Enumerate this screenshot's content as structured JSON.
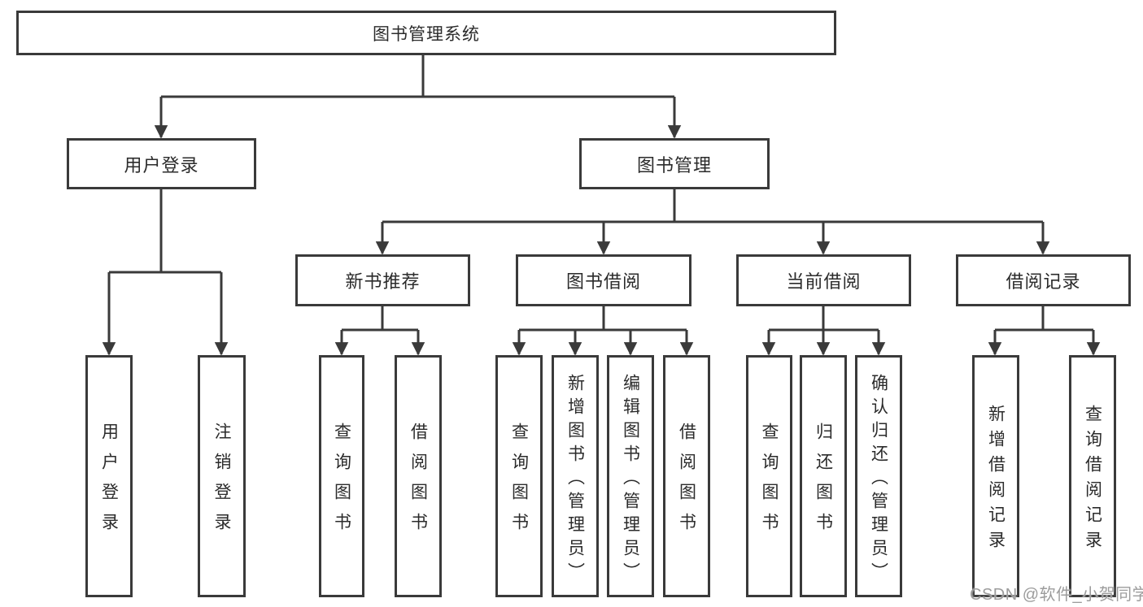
{
  "diagram_type": "hierarchy-tree",
  "colors": {
    "line": "#3a3a3a",
    "text": "#2b2b2b",
    "node_background": "#ffffff",
    "watermark": "#9c9c9c",
    "page_background": "#ffffff"
  },
  "tree": {
    "label": "图书管理系统",
    "children": [
      {
        "label": "用户登录",
        "children": [
          {
            "label": "用户登录"
          },
          {
            "label": "注销登录"
          }
        ]
      },
      {
        "label": "图书管理",
        "children": [
          {
            "label": "新书推荐",
            "children": [
              {
                "label": "查询图书"
              },
              {
                "label": "借阅图书"
              }
            ]
          },
          {
            "label": "图书借阅",
            "children": [
              {
                "label": "查询图书"
              },
              {
                "label": "新增图书（管理员）"
              },
              {
                "label": "编辑图书（管理员）"
              },
              {
                "label": "借阅图书"
              }
            ]
          },
          {
            "label": "当前借阅",
            "children": [
              {
                "label": "查询图书"
              },
              {
                "label": "归还图书"
              },
              {
                "label": "确认归还（管理员）"
              }
            ]
          },
          {
            "label": "借阅记录",
            "children": [
              {
                "label": "新增借阅记录"
              },
              {
                "label": "查询借阅记录"
              }
            ]
          }
        ]
      }
    ]
  },
  "watermark": {
    "text": "CSDN @软件_小贺同学"
  }
}
